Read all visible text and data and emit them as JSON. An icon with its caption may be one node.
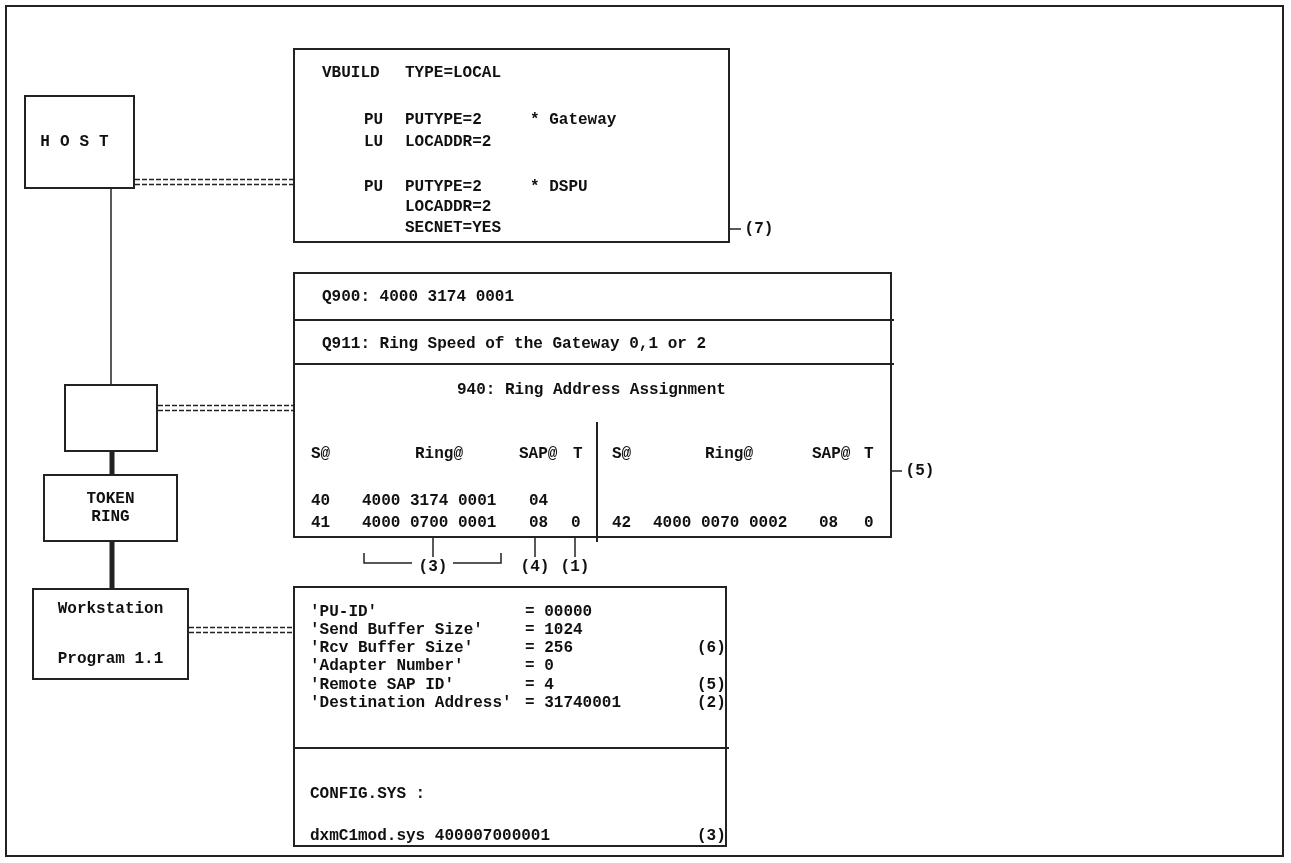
{
  "diagram": {
    "nodes": [
      {
        "text": [
          "HOST"
        ]
      },
      {
        "text": [],
        "shape": "box"
      },
      {
        "text": [
          "TOKEN RING"
        ]
      },
      {
        "text": [
          "Workstation Program 1.1"
        ]
      },
      {
        "text": [
          "VBUILD",
          "TYPE=LOCAL",
          "PU",
          "PUTYPE=2",
          "* Gateway",
          "LU",
          "LOCADDR=2",
          "PU",
          "PUTYPE=2",
          "* DSPU",
          "LOCADDR=2",
          "SECNET=YES"
        ]
      },
      {
        "text": [],
        "shape": "box"
      },
      {
        "text": [
          "Q900: 4000 3174 0001"
        ],
        "in": 5
      },
      {
        "text": [
          "Q911: Ring Speed of the Gateway 0,1 or 2"
        ],
        "in": 5
      },
      {
        "text": [
          "940: Ring Address Assignment",
          "S@",
          "Ring@",
          "SAP@",
          "T",
          "S@",
          "Ring@",
          "SAP@",
          "T",
          "40",
          "4000 3174 0001",
          "04",
          "41",
          "4000 0700 0001",
          "08",
          "0",
          "42",
          "4000 0070 0002",
          "08",
          "0"
        ],
        "in": 5
      },
      {
        "text": [],
        "shape": "box"
      },
      {
        "text": [
          "'PU-ID'",
          "= 00000",
          "'Send Buffer Size'",
          "= 1024",
          "'Rcv Buffer Size'",
          "= 256",
          "(6)",
          "'Adapter Number'",
          "= 0",
          "'Remote SAP ID'",
          "= 4",
          "(5)",
          "'Destination Address'",
          "= 31740001",
          "(2)"
        ],
        "in": 9
      },
      {
        "text": [
          "CONFIG.SYS :",
          "dxmC1mod.sys 400007000001",
          "(3)"
        ],
        "in": 9
      },
      {
        "text": [
          "(7)"
        ]
      },
      {
        "text": [
          "(5)"
        ]
      },
      {
        "text": [
          "(3)"
        ]
      },
      {
        "text": [
          "(4)"
        ]
      },
      {
        "text": [
          "(1)"
        ]
      }
    ],
    "edges": [
      {
        "from": 0,
        "to": 1,
        "arrow": "none"
      },
      {
        "from": 1,
        "to": 2,
        "arrow": "none",
        "style": "thick"
      },
      {
        "from": 2,
        "to": 3,
        "arrow": "none",
        "style": "thick"
      },
      {
        "from": 0,
        "to": 4,
        "arrow": "none",
        "style": "dashed"
      },
      {
        "from": 1,
        "to": 8,
        "arrow": "none",
        "style": "dashed"
      },
      {
        "from": 3,
        "to": 9,
        "arrow": "none",
        "style": "dashed"
      },
      {
        "from": 12,
        "to": 4,
        "arrow": "none"
      },
      {
        "from": 13,
        "to": 5,
        "arrow": "none"
      },
      {
        "from": 14,
        "to": 8,
        "arrow": "none"
      },
      {
        "from": 15,
        "to": 8,
        "arrow": "none"
      },
      {
        "from": 16,
        "to": 8,
        "arrow": "none"
      }
    ]
  }
}
